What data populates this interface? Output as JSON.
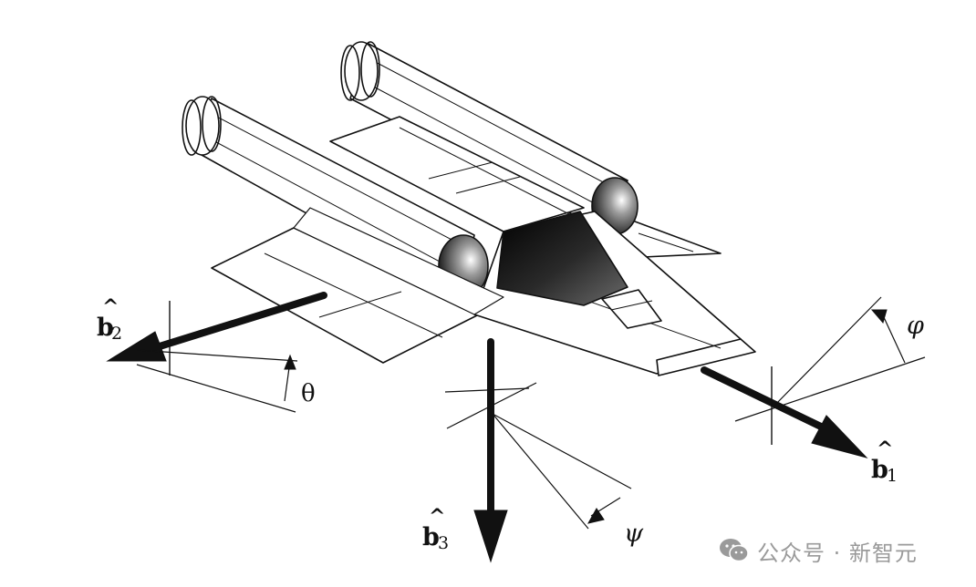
{
  "labels": {
    "b1": {
      "base": "b",
      "hat": "^",
      "sub": "1"
    },
    "b2": {
      "base": "b",
      "hat": "^",
      "sub": "2"
    },
    "b3": {
      "base": "b",
      "hat": "^",
      "sub": "3"
    },
    "theta": "θ",
    "phi": "φ",
    "psi": "ψ"
  },
  "watermark": {
    "text": "公众号 · 新智元",
    "icon": "wechat-icon"
  },
  "colors": {
    "ink": "#111111",
    "cockpit": "#1a1a1a",
    "watermark": "#9a9a9a"
  }
}
